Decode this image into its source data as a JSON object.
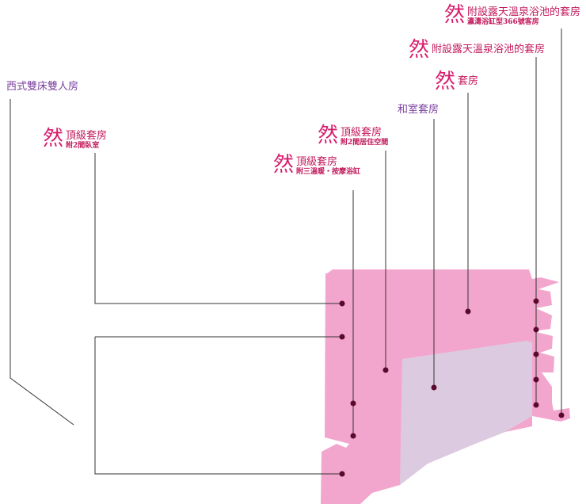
{
  "brand_glyph": "然",
  "labels": {
    "western_twin": "西式雙床雙人房",
    "top_suite_a": {
      "title": "頂級套房",
      "sub": "附2間臥室"
    },
    "top_suite_b": {
      "title": "頂級套房",
      "sub": "附2間居住空間"
    },
    "top_suite_c": {
      "title": "頂級套房",
      "sub": "附三溫暖・按摩浴缸"
    },
    "japanese_suite": "和室套房",
    "ran_suite": "套房",
    "onsen_suite": "附設露天溫泉浴池的套房",
    "onsen_suite_366": {
      "title": "附設露天溫泉浴池的套房",
      "sub": "瀛濤浴缸型366號客房"
    }
  },
  "colors": {
    "building_pink": "#f3a6cd",
    "japanese_room": "#dccbe0",
    "ran_label": "#d81b6c",
    "label_text": "#c2185b",
    "plain_label": "#7a3fa0",
    "leader_line": "#333333",
    "dot": "#5a0a2e"
  }
}
